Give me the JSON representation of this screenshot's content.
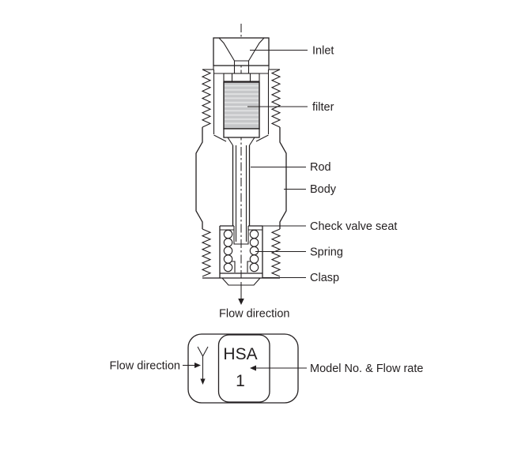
{
  "colors": {
    "background": "#ffffff",
    "line": "#231f20",
    "filter_fill": "#c6c7c9",
    "filter_stripe": "#dfe0e1"
  },
  "cross_section": {
    "labels": {
      "inlet": "Inlet",
      "filter": "filter",
      "rod": "Rod",
      "body": "Body",
      "check_valve_seat": "Check valve seat",
      "spring": "Spring",
      "clasp": "Clasp",
      "flow_direction": "Flow direction"
    }
  },
  "bottom_view": {
    "flow_direction_label": "Flow direction",
    "model_label": "Model No. & Flow rate",
    "marking": {
      "model": "HSA",
      "flow_rate": "1"
    }
  }
}
